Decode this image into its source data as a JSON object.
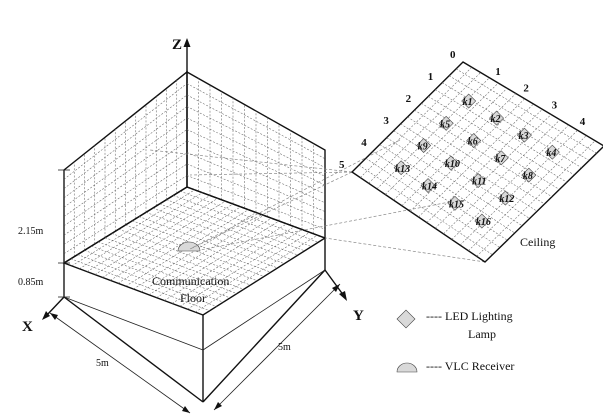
{
  "axes": {
    "x": "X",
    "y": "Y",
    "z": "Z"
  },
  "dimensions": {
    "height_upper": "2.15m",
    "height_lower": "0.85m",
    "width_x": "5m",
    "width_y": "5m"
  },
  "floor_label": {
    "line1": "Communication",
    "line2": "Floor"
  },
  "ceiling_label": "Ceiling",
  "row_indices": [
    "0",
    "1",
    "2",
    "3",
    "4",
    "5"
  ],
  "col_indices": [
    "1",
    "2",
    "3",
    "4"
  ],
  "lamps": [
    {
      "label": "k1",
      "u": 0.2,
      "v": 0.2
    },
    {
      "label": "k2",
      "u": 0.2,
      "v": 0.4
    },
    {
      "label": "k3",
      "u": 0.2,
      "v": 0.6
    },
    {
      "label": "k4",
      "u": 0.2,
      "v": 0.8
    },
    {
      "label": "k5",
      "u": 0.4,
      "v": 0.2
    },
    {
      "label": "k6",
      "u": 0.4,
      "v": 0.4
    },
    {
      "label": "k7",
      "u": 0.4,
      "v": 0.6
    },
    {
      "label": "k8",
      "u": 0.4,
      "v": 0.8
    },
    {
      "label": "k9",
      "u": 0.6,
      "v": 0.2
    },
    {
      "label": "k10",
      "u": 0.6,
      "v": 0.4
    },
    {
      "label": "k11",
      "u": 0.6,
      "v": 0.6
    },
    {
      "label": "k12",
      "u": 0.6,
      "v": 0.8
    },
    {
      "label": "k13",
      "u": 0.8,
      "v": 0.2
    },
    {
      "label": "k14",
      "u": 0.8,
      "v": 0.4
    },
    {
      "label": "k15",
      "u": 0.8,
      "v": 0.6
    },
    {
      "label": "k16",
      "u": 0.8,
      "v": 0.8
    }
  ],
  "legend": {
    "led": {
      "line1": "---- LED Lighting",
      "line2": "Lamp"
    },
    "receiver": "---- VLC Receiver"
  }
}
